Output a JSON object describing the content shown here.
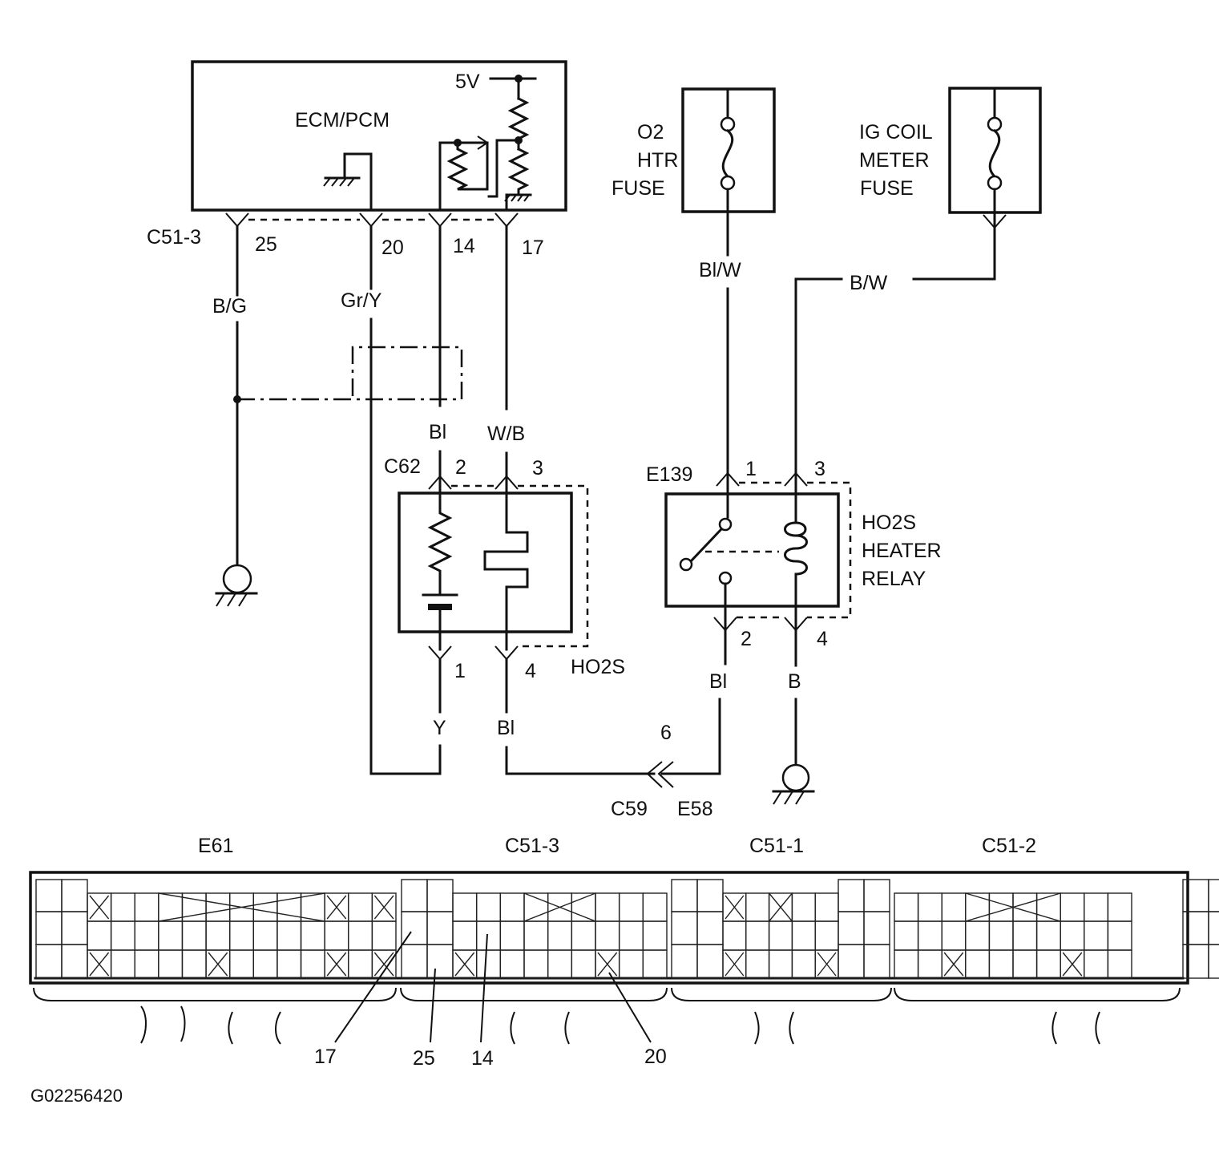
{
  "ecm": {
    "label": "ECM/PCM",
    "supply": "5V",
    "connector": "C51-3"
  },
  "ecm_pins": {
    "p25": "25",
    "p20": "20",
    "p14": "14",
    "p17": "17"
  },
  "wires": {
    "bg": "B/G",
    "gry": "Gr/Y",
    "bl_signal": "Bl",
    "wb": "W/B",
    "y": "Y",
    "bl_heater": "Bl",
    "blw": "Bl/W",
    "bw": "B/W",
    "bl_relay": "Bl",
    "b": "B"
  },
  "fuses": {
    "o2": [
      "O2",
      "HTR",
      "FUSE"
    ],
    "ig": [
      "IG COIL",
      "METER",
      "FUSE"
    ]
  },
  "ho2s": {
    "label": "HO2S",
    "connector": "C62",
    "pins": {
      "p1": "1",
      "p2": "2",
      "p3": "3",
      "p4": "4"
    }
  },
  "relay": {
    "connector": "E139",
    "label": [
      "HO2S",
      "HEATER",
      "RELAY"
    ],
    "pins": {
      "p1": "1",
      "p2": "2",
      "p3": "3",
      "p4": "4"
    }
  },
  "junction": {
    "pin": "6",
    "left": "C59",
    "right": "E58"
  },
  "ecm_connector": {
    "sections": [
      "E61",
      "C51-3",
      "C51-1",
      "C51-2"
    ],
    "callouts": {
      "c17": "17",
      "c25": "25",
      "c14": "14",
      "c20": "20"
    }
  },
  "figure_id": "G02256420"
}
